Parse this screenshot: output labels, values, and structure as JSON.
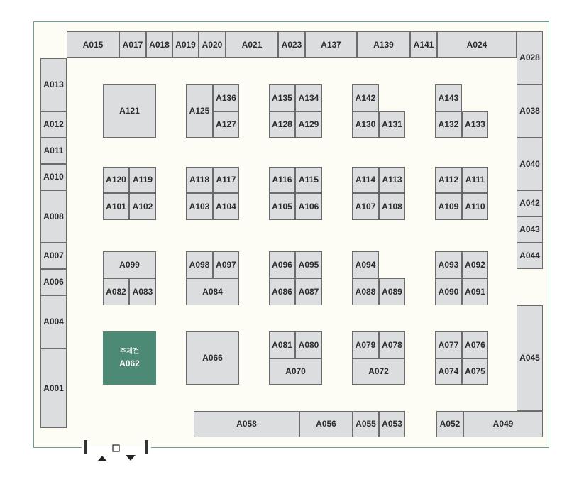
{
  "hall": {
    "border_color": "#6f9f8c",
    "floor_color": "#fdfdf6"
  },
  "booth_color": "#dcdddf",
  "theme_booth": {
    "label_kr": "주제전",
    "label": "A062",
    "color": "#4d8a76"
  },
  "booths": {
    "A015": "A015",
    "A017": "A017",
    "A018": "A018",
    "A019": "A019",
    "A020": "A020",
    "A021": "A021",
    "A023": "A023",
    "A137": "A137",
    "A139": "A139",
    "A141": "A141",
    "A024": "A024",
    "A028": "A028",
    "A013": "A013",
    "A012": "A012",
    "A011": "A011",
    "A010": "A010",
    "A008": "A008",
    "A007": "A007",
    "A006": "A006",
    "A004": "A004",
    "A001": "A001",
    "A038": "A038",
    "A040": "A040",
    "A042": "A042",
    "A043": "A043",
    "A044": "A044",
    "A045": "A045",
    "A121": "A121",
    "A125": "A125",
    "A136": "A136",
    "A127": "A127",
    "A135": "A135",
    "A134": "A134",
    "A128": "A128",
    "A129": "A129",
    "A142": "A142",
    "A130": "A130",
    "A131": "A131",
    "A143": "A143",
    "A132": "A132",
    "A133": "A133",
    "A120": "A120",
    "A119": "A119",
    "A101": "A101",
    "A102": "A102",
    "A118": "A118",
    "A117": "A117",
    "A103": "A103",
    "A104": "A104",
    "A116": "A116",
    "A115": "A115",
    "A105": "A105",
    "A106": "A106",
    "A114": "A114",
    "A113": "A113",
    "A107": "A107",
    "A108": "A108",
    "A112": "A112",
    "A111": "A111",
    "A109": "A109",
    "A110": "A110",
    "A099": "A099",
    "A082": "A082",
    "A083": "A083",
    "A098": "A098",
    "A097": "A097",
    "A084": "A084",
    "A096": "A096",
    "A095": "A095",
    "A086": "A086",
    "A087": "A087",
    "A094": "A094",
    "A088": "A088",
    "A089": "A089",
    "A093": "A093",
    "A092": "A092",
    "A090": "A090",
    "A091": "A091",
    "A066": "A066",
    "A081": "A081",
    "A080": "A080",
    "A070": "A070",
    "A079": "A079",
    "A078": "A078",
    "A072": "A072",
    "A077": "A077",
    "A076": "A076",
    "A074": "A074",
    "A075": "A075",
    "A058": "A058",
    "A056": "A056",
    "A055": "A055",
    "A053": "A053",
    "A052": "A052",
    "A049": "A049"
  },
  "entrance_icons": [
    "up-triangle",
    "square",
    "down-triangle"
  ]
}
